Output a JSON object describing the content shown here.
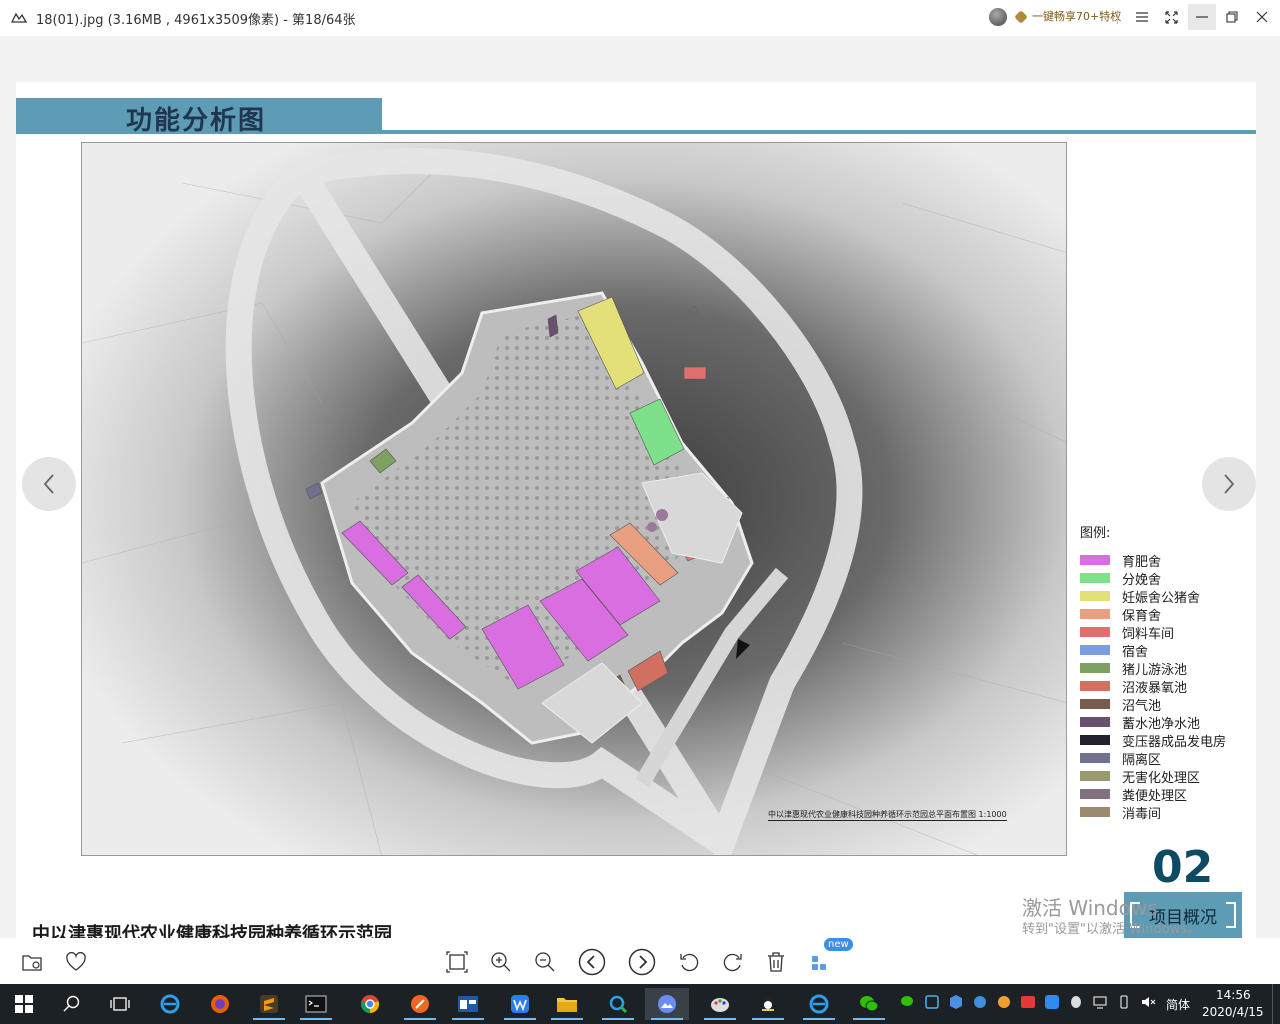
{
  "window": {
    "title": "18(01).jpg (3.16MB , 4961x3509像素) - 第18/64张",
    "promo_label": "一键畅享70+特权",
    "menu_icon": "menu-icon",
    "fullscreen_icon": "fullscreen-icon",
    "minimize_icon": "minimize-icon",
    "maximize_icon": "maximize-icon",
    "close_icon": "close-icon"
  },
  "slide": {
    "page_title": "功能分析图",
    "page_number": "02",
    "section_label": "项目概况",
    "project_name": "中以津惠现代农业健康科技园种养循环示范园",
    "map_caption": "中以津惠现代农业健康科技园种养循环示范园总平面布置图  1:1000",
    "legend_title": "图例:",
    "legend": [
      {
        "label": "育肥舍",
        "color": "#d86ee0"
      },
      {
        "label": "分娩舍",
        "color": "#7ee08a"
      },
      {
        "label": "妊娠舍公猪舍",
        "color": "#e3e07a"
      },
      {
        "label": "保育舍",
        "color": "#e8a080"
      },
      {
        "label": "饲料车间",
        "color": "#e07070"
      },
      {
        "label": "宿舍",
        "color": "#7a9de0"
      },
      {
        "label": "猪儿游泳池",
        "color": "#7ea060"
      },
      {
        "label": "沼液暴氧池",
        "color": "#d07060"
      },
      {
        "label": "沼气池",
        "color": "#7a5a50"
      },
      {
        "label": "蓄水池净水池",
        "color": "#6a5070"
      },
      {
        "label": "变压器成品发电房",
        "color": "#202030"
      },
      {
        "label": "隔离区",
        "color": "#707090"
      },
      {
        "label": "无害化处理区",
        "color": "#9a9a70"
      },
      {
        "label": "粪便处理区",
        "color": "#807080"
      },
      {
        "label": "消毒间",
        "color": "#9a8a70"
      }
    ]
  },
  "watermark": {
    "line1": "激活 Windows",
    "line2": "转到\"设置\"以激活 Windows。"
  },
  "toolbar": {
    "new_badge": "new"
  },
  "taskbar": {
    "ime": "简体",
    "time": "14:56",
    "date": "2020/4/15"
  }
}
